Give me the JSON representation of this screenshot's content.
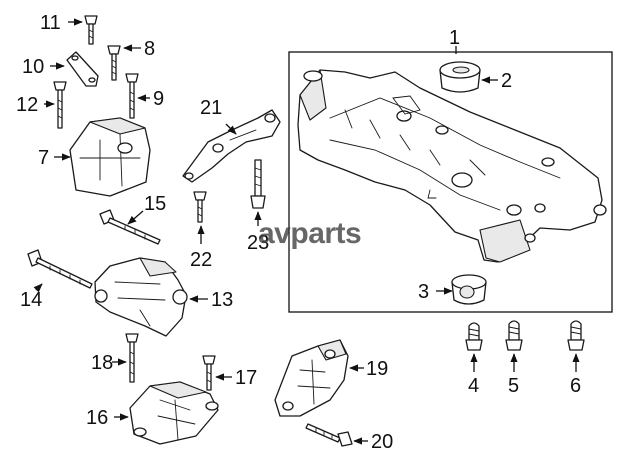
{
  "diagram": {
    "watermark": "avparts",
    "callouts": [
      {
        "id": "1",
        "label": "1"
      },
      {
        "id": "2",
        "label": "2"
      },
      {
        "id": "3",
        "label": "3"
      },
      {
        "id": "4",
        "label": "4"
      },
      {
        "id": "5",
        "label": "5"
      },
      {
        "id": "6",
        "label": "6"
      },
      {
        "id": "7",
        "label": "7"
      },
      {
        "id": "8",
        "label": "8"
      },
      {
        "id": "9",
        "label": "9"
      },
      {
        "id": "10",
        "label": "10"
      },
      {
        "id": "11",
        "label": "11"
      },
      {
        "id": "12",
        "label": "12"
      },
      {
        "id": "13",
        "label": "13"
      },
      {
        "id": "14",
        "label": "14"
      },
      {
        "id": "15",
        "label": "15"
      },
      {
        "id": "16",
        "label": "16"
      },
      {
        "id": "17",
        "label": "17"
      },
      {
        "id": "18",
        "label": "18"
      },
      {
        "id": "19",
        "label": "19"
      },
      {
        "id": "20",
        "label": "20"
      },
      {
        "id": "21",
        "label": "21"
      },
      {
        "id": "22",
        "label": "22"
      },
      {
        "id": "23",
        "label": "23"
      }
    ]
  }
}
